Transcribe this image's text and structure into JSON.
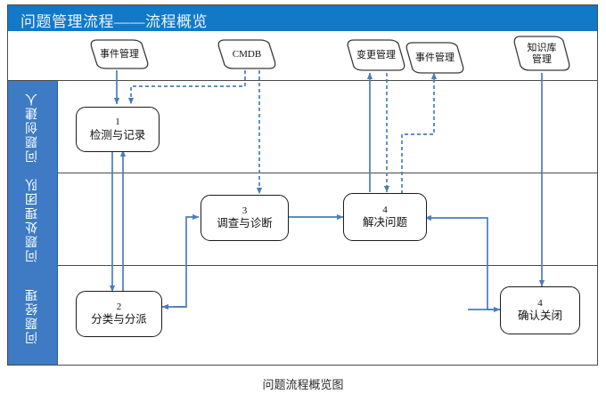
{
  "title": "问题管理流程——流程概览",
  "caption": "问题流程概览图",
  "colors": {
    "title_bar": "#1279C8",
    "lane_label": "#3E7BC4",
    "connector_solid": "#4A7EBB",
    "connector_dashed": "#4A7EBB",
    "box_border": "#1B1B1B",
    "frame_border": "#4A4A4A"
  },
  "swimlanes": [
    {
      "label": "问题创建人"
    },
    {
      "label": "问题处理团队"
    },
    {
      "label": "问题经理"
    }
  ],
  "external_entities": [
    {
      "label": "事件管理"
    },
    {
      "label": "CMDB"
    },
    {
      "label": "变更管理"
    },
    {
      "label": "事件管理"
    },
    {
      "label_line1": "知识库",
      "label_line2": "管理"
    }
  ],
  "process_boxes": [
    {
      "number": "1",
      "name": "检测与记录",
      "lane": "问题创建人"
    },
    {
      "number": "2",
      "name": "分类与分派",
      "lane": "问题经理"
    },
    {
      "number": "3",
      "name": "调查与诊断",
      "lane": "问题处理团队"
    },
    {
      "number": "4",
      "name": "解决问题",
      "lane": "问题处理团队"
    },
    {
      "number": "4",
      "name": "确认关闭",
      "lane": "问题经理"
    }
  ],
  "chart_data": {
    "type": "diagram",
    "title": "问题管理流程——流程概览",
    "nodes": [
      {
        "id": "e1",
        "kind": "external",
        "text": "事件管理"
      },
      {
        "id": "e2",
        "kind": "external",
        "text": "CMDB"
      },
      {
        "id": "e3",
        "kind": "external",
        "text": "变更管理"
      },
      {
        "id": "e4",
        "kind": "external",
        "text": "事件管理"
      },
      {
        "id": "e5",
        "kind": "external",
        "text": "知识库管理"
      },
      {
        "id": "p1",
        "kind": "process",
        "number": "1",
        "text": "检测与记录"
      },
      {
        "id": "p2",
        "kind": "process",
        "number": "2",
        "text": "分类与分派"
      },
      {
        "id": "p3",
        "kind": "process",
        "number": "3",
        "text": "调查与诊断"
      },
      {
        "id": "p4",
        "kind": "process",
        "number": "4",
        "text": "解决问题"
      },
      {
        "id": "p5",
        "kind": "process",
        "number": "4",
        "text": "确认关闭"
      }
    ],
    "edges": [
      {
        "from": "e1",
        "to": "p1",
        "style": "solid"
      },
      {
        "from": "e2",
        "to": "p1",
        "style": "dashed"
      },
      {
        "from": "e2",
        "to": "p3",
        "style": "dashed"
      },
      {
        "from": "p1",
        "to": "p2",
        "style": "solid"
      },
      {
        "from": "p2",
        "to": "p1",
        "style": "solid"
      },
      {
        "from": "p2",
        "to": "p3",
        "style": "solid"
      },
      {
        "from": "p3",
        "to": "p4",
        "style": "solid"
      },
      {
        "from": "p4",
        "to": "e3",
        "style": "solid"
      },
      {
        "from": "e3",
        "to": "p4",
        "style": "dashed"
      },
      {
        "from": "p4",
        "to": "e4",
        "style": "dashed"
      },
      {
        "from": "p5",
        "to": "p4",
        "style": "solid"
      },
      {
        "from": "e5",
        "to": "p5",
        "style": "solid"
      }
    ]
  }
}
